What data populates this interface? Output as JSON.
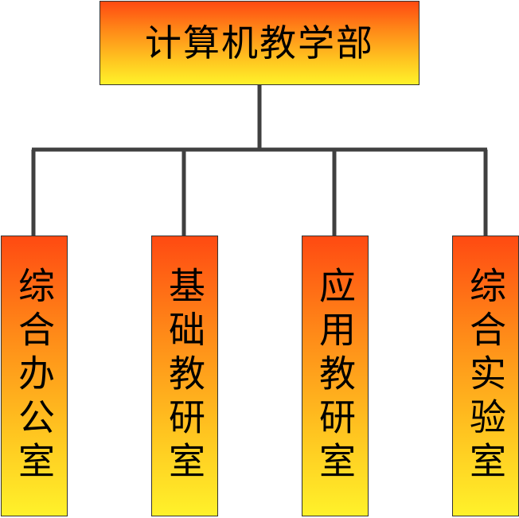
{
  "root": {
    "label": "计算机教学部"
  },
  "children": [
    {
      "label": "综合办公室"
    },
    {
      "label": "基础教研室"
    },
    {
      "label": "应用教研室"
    },
    {
      "label": "综合实验室"
    }
  ],
  "colors": {
    "gradient_top": "#ff4a12",
    "gradient_bottom": "#fff22a",
    "connector": "#404040",
    "border": "#333333"
  }
}
